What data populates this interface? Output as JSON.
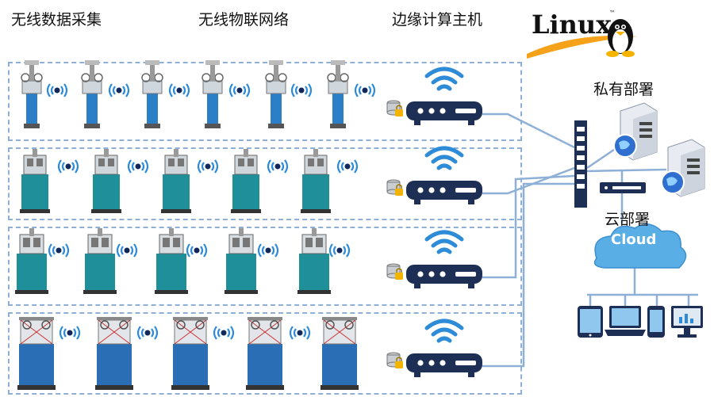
{
  "headers": {
    "collect": "无线数据采集",
    "network": "无线物联网络",
    "edge": "边缘计算主机"
  },
  "linux_logo": {
    "text": "Linux",
    "tm": "™"
  },
  "labels": {
    "private": "私有部署",
    "cloud_deploy": "云部署",
    "cloud": "Cloud"
  },
  "rows": [
    {
      "machine_type": "type-a",
      "machines": 6
    },
    {
      "machine_type": "type-b",
      "machines": 5
    },
    {
      "machine_type": "type-c",
      "machines": 5
    },
    {
      "machine_type": "type-d",
      "machines": 5
    }
  ],
  "devices": [
    "tablet-icon",
    "laptop-icon",
    "phone-icon",
    "monitor-icon"
  ],
  "colors": {
    "accent": "#2e8bd8",
    "router": "#1e2f55",
    "dashed": "#8fb0d6",
    "machine_teal": "#1f8f9a",
    "machine_blue": "#2a6fb5",
    "cloud": "#5aaee6"
  }
}
